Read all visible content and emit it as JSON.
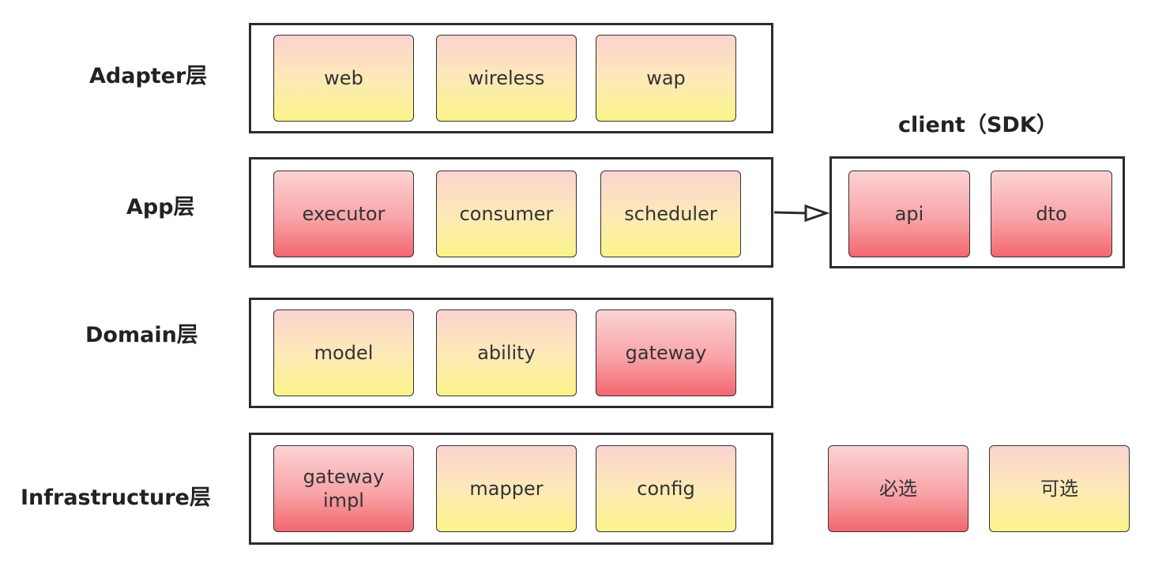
{
  "layers": [
    {
      "label": "Adapter层",
      "boxes": [
        {
          "text": "web",
          "kind": "optional"
        },
        {
          "text": "wireless",
          "kind": "optional"
        },
        {
          "text": "wap",
          "kind": "optional"
        }
      ]
    },
    {
      "label": "App层",
      "boxes": [
        {
          "text": "executor",
          "kind": "required"
        },
        {
          "text": "consumer",
          "kind": "optional"
        },
        {
          "text": "scheduler",
          "kind": "optional"
        }
      ]
    },
    {
      "label": "Domain层",
      "boxes": [
        {
          "text": "model",
          "kind": "optional"
        },
        {
          "text": "ability",
          "kind": "optional"
        },
        {
          "text": "gateway",
          "kind": "required"
        }
      ]
    },
    {
      "label": "Infrastructure层",
      "boxes": [
        {
          "text": "gateway\nimpl",
          "kind": "required"
        },
        {
          "text": "mapper",
          "kind": "optional"
        },
        {
          "text": "config",
          "kind": "optional"
        }
      ]
    }
  ],
  "client": {
    "title": "client（SDK）",
    "boxes": [
      {
        "text": "api",
        "kind": "required"
      },
      {
        "text": "dto",
        "kind": "required"
      }
    ]
  },
  "legend": {
    "required": "必选",
    "optional": "可选"
  },
  "colors": {
    "required_bottom": "#f3676f",
    "optional_bottom": "#fbf48a",
    "frame": "#2b2b2b"
  }
}
